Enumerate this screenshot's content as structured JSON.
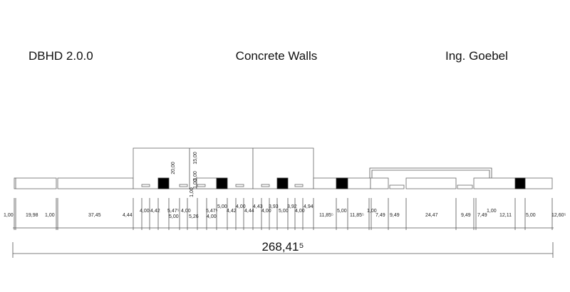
{
  "header": {
    "left_title": "DBHD 2.0.0",
    "center_title": "Concrete Walls",
    "right_title": "Ing. Goebel"
  },
  "vertical_dims": [
    "20,00",
    "15,00",
    "3,00",
    "1,00",
    "1,00"
  ],
  "dims": [
    "1,00",
    "19,98",
    "1,00",
    "37,45",
    "4,44",
    "4,00",
    "4,42",
    "5,47⁵",
    "5,00",
    "4,00",
    "5,26",
    "5,47⁵",
    "4,00",
    "5,00",
    "4,42",
    "4,00",
    "4,44",
    "4,43",
    "4,00",
    "3,93",
    "5,00",
    "3,92",
    "4,00",
    "4,94",
    "11,85⁵",
    "5,00",
    "11,85⁵",
    "1,00",
    "7,49",
    "9,49",
    "24,47",
    "9,49",
    "7,49",
    "1,00",
    "12,11",
    "5,00",
    "12,60⁵"
  ],
  "total_dim": "268,41⁵"
}
